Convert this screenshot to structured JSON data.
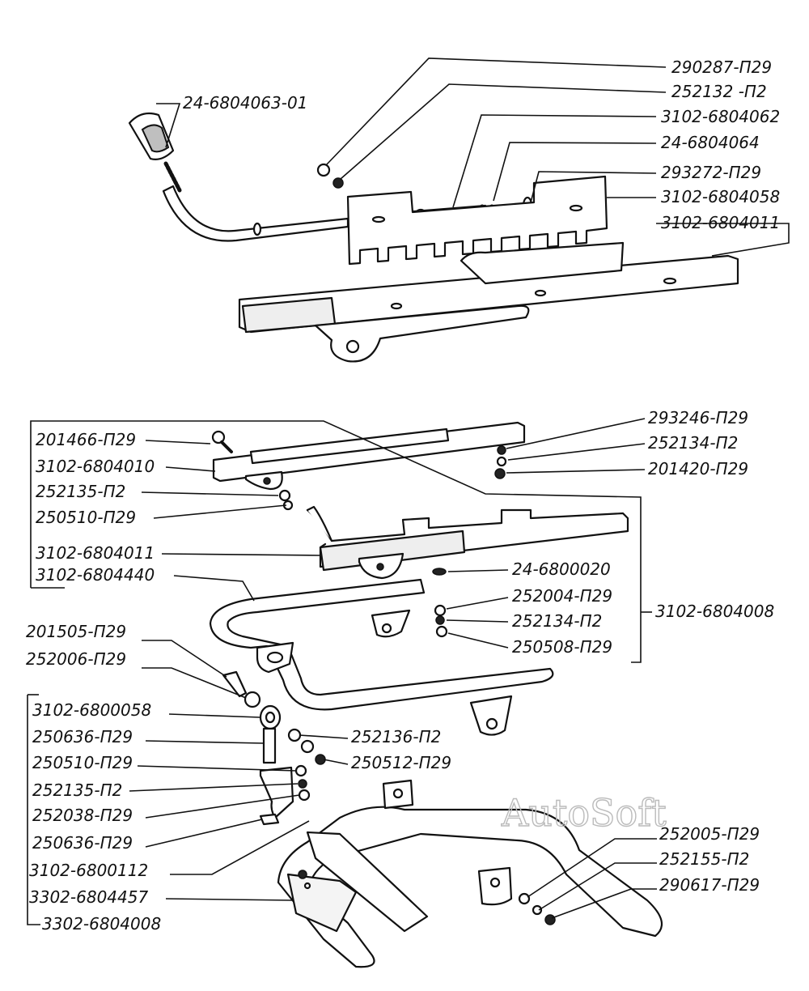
{
  "watermark": "AutoSoft",
  "labels": {
    "l01": "24-6804063-01",
    "l02": "290287-П29",
    "l03": "252132 -П2",
    "l04": "3102-6804062",
    "l05": "24-6804064",
    "l06": "293272-П29",
    "l07": "3102-6804058",
    "l08": "3102-6804011",
    "l09": "201466-П29",
    "l10": "3102-6804010",
    "l11": "252135-П2",
    "l12": "250510-П29",
    "l13": "3102-6804011",
    "l14": "3102-6804440",
    "l15": "293246-П29",
    "l16": "252134-П2",
    "l17": "201420-П29",
    "l18": "24-6800020",
    "l19": "252004-П29",
    "l20": "252134-П2",
    "l21": "250508-П29",
    "l22": "3102-6804008",
    "l23": "201505-П29",
    "l24": "252006-П29",
    "l25": "3102-6800058",
    "l26": "250636-П29",
    "l27": "252136-П2",
    "l28": "250510-П29",
    "l29": "250512-П29",
    "l30": "252135-П2",
    "l31": "252038-П29",
    "l32": "250636-П29",
    "l33": "3102-6800112",
    "l34": "3302-6804457",
    "l35": "3302-6804008",
    "l36": "252005-П29",
    "l37": "252155-П2",
    "l38": "290617-П29"
  }
}
